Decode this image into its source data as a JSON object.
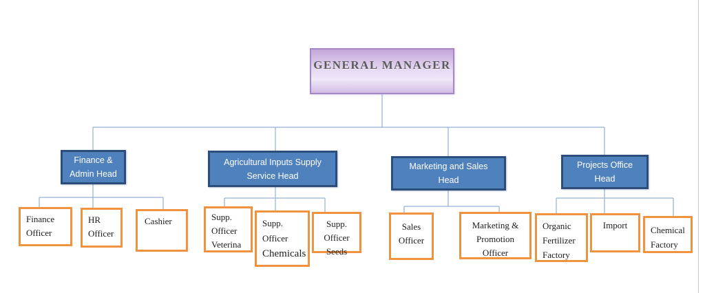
{
  "colors": {
    "root_fill_top": "#c3a7d9",
    "root_fill_light": "#efe8f8",
    "root_border": "#a687c6",
    "root_text": "#5a5a5a",
    "head_fill": "#4f81bd",
    "head_border": "#2c4d79",
    "head_text": "#ffffff",
    "child_border": "#f0923e",
    "child_fill": "#ffffff",
    "child_text": "#1c1c1c",
    "connector": "#93afd3",
    "page_edge": "#c9c9c9"
  },
  "root": {
    "label": "GENERAL MANAGER"
  },
  "branches": [
    {
      "head": {
        "lines": [
          "Finance &",
          "Admin Head"
        ]
      },
      "children": [
        {
          "lines": [
            "Finance",
            "Officer"
          ]
        },
        {
          "lines": [
            "HR",
            "Officer"
          ]
        },
        {
          "lines": [
            "Cashier"
          ]
        }
      ]
    },
    {
      "head": {
        "lines": [
          "Agricultural Inputs Supply",
          "Service Head"
        ]
      },
      "children": [
        {
          "lines": [
            "Supp.",
            "Officer",
            "Veterina"
          ]
        },
        {
          "lines": [
            "Supp.",
            "Officer",
            "Chemicals"
          ]
        },
        {
          "lines": [
            "Supp.",
            "Officer",
            "Seeds"
          ]
        }
      ]
    },
    {
      "head": {
        "lines": [
          "Marketing and Sales",
          "Head"
        ]
      },
      "children": [
        {
          "lines": [
            "Sales",
            "Officer"
          ]
        },
        {
          "lines": [
            "Marketing &",
            "Promotion",
            "Officer"
          ]
        }
      ]
    },
    {
      "head": {
        "lines": [
          "Projects Office",
          "Head"
        ]
      },
      "children": [
        {
          "lines": [
            "Organic",
            "Fertilizer",
            "Factory"
          ]
        },
        {
          "lines": [
            "Import"
          ]
        },
        {
          "lines": [
            "Chemical",
            "Factory"
          ]
        }
      ]
    }
  ]
}
